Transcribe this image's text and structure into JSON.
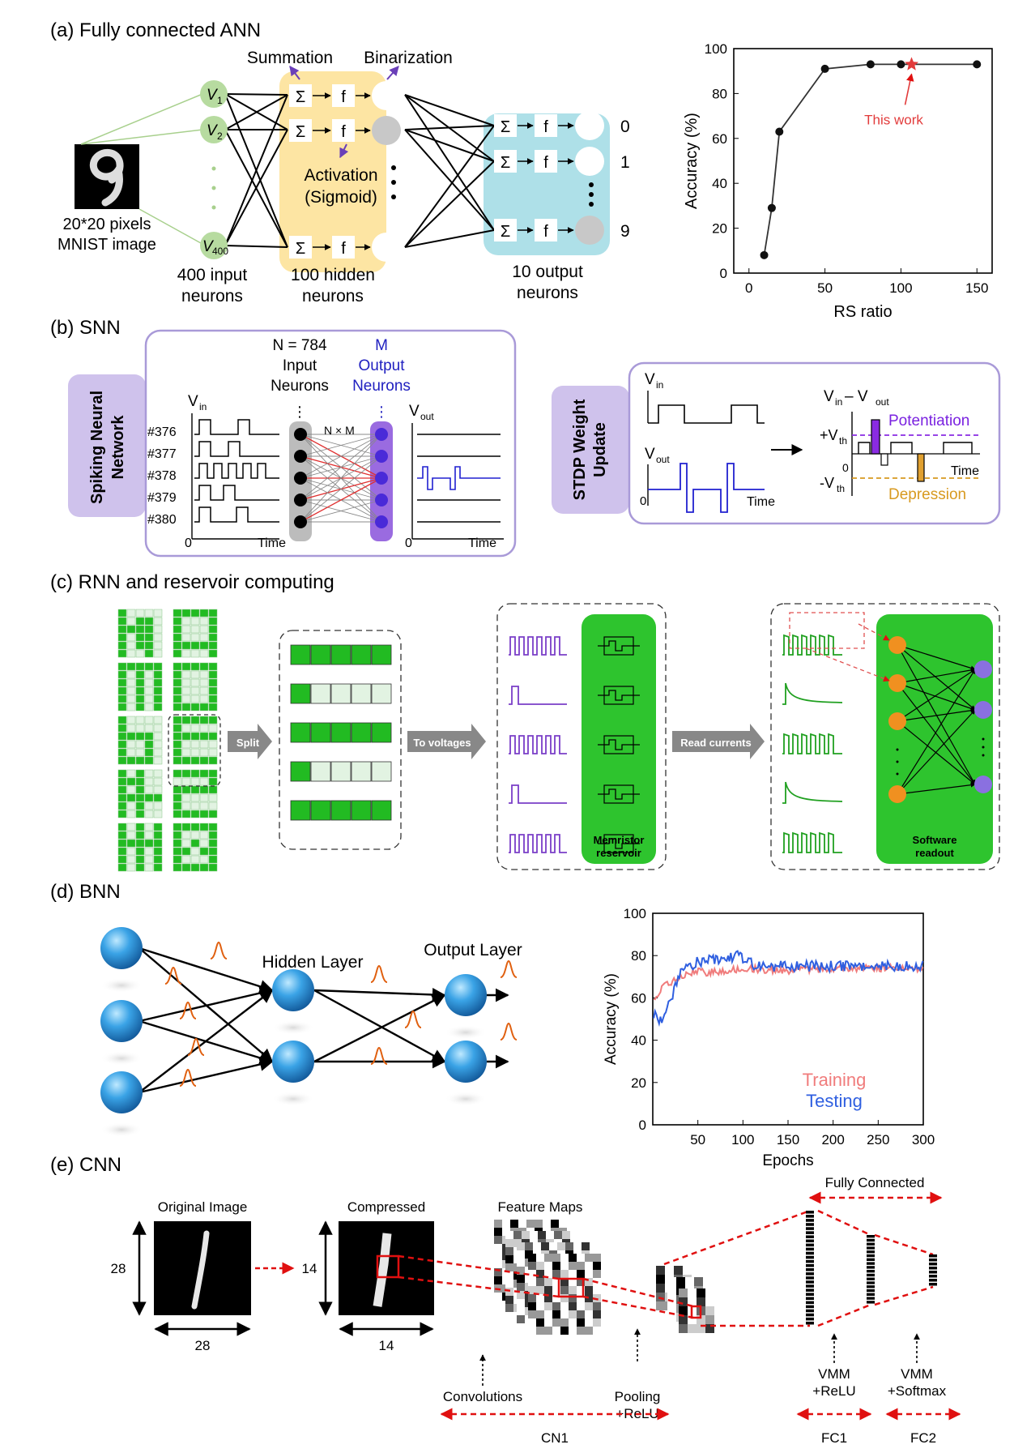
{
  "panels": {
    "a": {
      "title": "(a) Fully connected ANN",
      "summation": "Summation",
      "binarization": "Binarization",
      "activation": "Activation",
      "sigmoid": "(Sigmoid)",
      "image_label_1": "20*20 pixels",
      "image_label_2": "MNIST image",
      "input_label_1": "400 input",
      "input_label_2": "neurons",
      "hidden_label_1": "100 hidden",
      "hidden_label_2": "neurons",
      "output_label_1": "10 output",
      "output_label_2": "neurons",
      "v1": "V",
      "v1_sub": "1",
      "v2": "V",
      "v2_sub": "2",
      "v400": "V",
      "v400_sub": "400",
      "sigma": "Σ",
      "f": "f",
      "out0": "0",
      "out1": "1",
      "out9": "9"
    },
    "b": {
      "title": "(b) SNN",
      "side_label_1": "Spiking Neural",
      "side_label_2": "Network",
      "n_label": "N = 784",
      "input_1": "Input",
      "input_2": "Neurons",
      "m_label": "M",
      "output_1": "Output",
      "output_2": "Neurons",
      "vin": "V",
      "vin_sub": "in",
      "vout": "V",
      "vout_sub": "out",
      "nxm": "N × M",
      "rows": [
        "#376",
        "#377",
        "#378",
        "#379",
        "#380"
      ],
      "zero": "0",
      "time": "Time",
      "stdp_1": "STDP Weight",
      "stdp_2": "Update",
      "diff": "V",
      "diff_sub1": "in",
      "diff_mid": " – V",
      "diff_sub2": "out",
      "pvth": "+V",
      "pvth_sub": "th",
      "nvth": "-V",
      "nvth_sub": "th",
      "potentiation": "Potentiation",
      "depression": "Depression"
    },
    "c": {
      "title": "(c) RNN and reservoir computing",
      "split": "Split",
      "to_voltages": "To voltages",
      "read_currents": "Read currents",
      "memristor_1": "Memristor",
      "memristor_2": "reservoir",
      "software_1": "Software",
      "software_2": "readout"
    },
    "d": {
      "title": "(d) BNN",
      "hidden_layer": "Hidden Layer",
      "output_layer": "Output Layer"
    },
    "e": {
      "title": "(e) CNN",
      "original": "Original Image",
      "compressed": "Compressed",
      "feature_maps": "Feature Maps",
      "fully_connected": "Fully Connected",
      "dim28": "28",
      "dim14": "14",
      "convolutions": "Convolutions",
      "pooling_1": "Pooling",
      "pooling_2": "+ReLU",
      "vmm_1": "VMM",
      "vmm_relu": "+ReLU",
      "vmm_softmax": "+Softmax",
      "cn1": "CN1",
      "fc1": "FC1",
      "fc2": "FC2"
    }
  },
  "chart_data": [
    {
      "type": "line",
      "x": [
        10,
        15,
        20,
        50,
        80,
        100,
        150
      ],
      "values": [
        8,
        29,
        63,
        91,
        93,
        93,
        93
      ],
      "xlabel": "RS ratio",
      "ylabel": "Accuracy (%)",
      "xlim": [
        -10,
        160
      ],
      "ylim": [
        0,
        100
      ],
      "xticks": [
        "0",
        "50",
        "100",
        "150"
      ],
      "yticks": [
        "0",
        "20",
        "40",
        "60",
        "80",
        "100"
      ],
      "annotation": "This work",
      "annotation_x": 107,
      "annotation_y": 93,
      "colors": {
        "line": "#333333",
        "marker": "#111111",
        "star": "#e23b3b"
      }
    },
    {
      "type": "line",
      "xlabel": "Epochs",
      "ylabel": "Accuracy (%)",
      "xlim": [
        0,
        300
      ],
      "ylim": [
        0,
        100
      ],
      "xticks": [
        "50",
        "100",
        "150",
        "200",
        "250",
        "300"
      ],
      "yticks": [
        "0",
        "20",
        "40",
        "60",
        "80",
        "100"
      ],
      "series": [
        {
          "name": "Training",
          "color": "#f07c7c",
          "x": [
            1,
            5,
            10,
            15,
            20,
            30,
            40,
            50,
            60,
            80,
            100,
            150,
            200,
            250,
            300
          ],
          "values": [
            58,
            62,
            64,
            66,
            67,
            70,
            71,
            73,
            72,
            73,
            74,
            73,
            74,
            74,
            74
          ]
        },
        {
          "name": "Testing",
          "color": "#2f5fe0",
          "x": [
            1,
            5,
            10,
            15,
            20,
            25,
            30,
            40,
            50,
            60,
            80,
            95,
            100,
            110,
            120,
            150,
            200,
            250,
            300
          ],
          "values": [
            52,
            50,
            50,
            54,
            58,
            66,
            72,
            75,
            77,
            78,
            79,
            80,
            78,
            76,
            75,
            75,
            75,
            75,
            75
          ]
        }
      ]
    }
  ]
}
